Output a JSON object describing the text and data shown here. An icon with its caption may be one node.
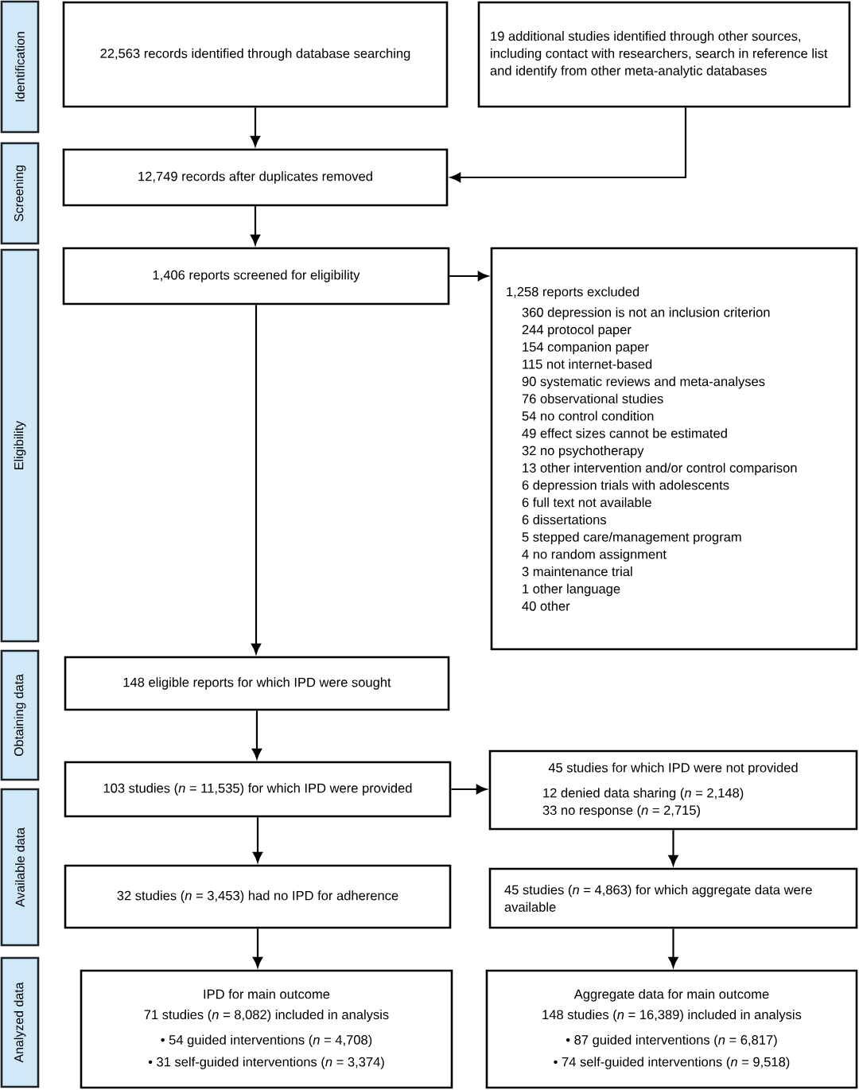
{
  "diagram": {
    "nodes": [
      {
        "text": [
          "Identification"
        ]
      },
      {
        "text": [
          "Screening"
        ]
      },
      {
        "text": [
          "Eligibility"
        ]
      },
      {
        "text": [
          "Obtaining data"
        ]
      },
      {
        "text": [
          "Available data"
        ]
      },
      {
        "text": [
          "Analyzed data"
        ]
      },
      {
        "text": [
          "22,563 records identified through database searching"
        ]
      },
      {
        "text": [
          "19 additional studies identified through other sources, including contact with researchers, search in reference list and identify from other meta-analytic databases"
        ]
      },
      {
        "text": [
          "12,749 records after duplicates removed"
        ]
      },
      {
        "text": [
          "1,406 reports screened for eligibility"
        ]
      },
      {
        "text": [
          "1,258 reports excluded",
          "360 depression is not an inclusion criterion",
          "244 protocol paper",
          "154 companion paper",
          "115 not internet-based",
          "90 systematic reviews and meta-analyses",
          "76 observational studies",
          "54 no control condition",
          "49 effect sizes cannot be estimated",
          "32 no psychotherapy",
          "13 other intervention and/or control comparison",
          "6 depression trials with adolescents",
          "6 full text not available",
          "6 dissertations",
          "5 stepped care/management program",
          "4 no random assignment",
          "3 maintenance trial",
          "1 other language",
          "40 other"
        ]
      },
      {
        "text": [
          "148 eligible reports for which IPD were sought"
        ]
      },
      {
        "text": [
          "103 studies (*n* = 11,535) for which IPD were provided"
        ]
      },
      {
        "text": [
          "45 studies for which IPD were not provided",
          "12 denied data sharing (*n* = 2,148)",
          "33 no response (*n* = 2,715)"
        ]
      },
      {
        "text": [
          "32 studies (*n* = 3,453) had no IPD for adherence"
        ]
      },
      {
        "text": [
          "45 studies (*n* = 4,863) for which aggregate data were available"
        ]
      },
      {
        "text": [
          "IPD for main outcome",
          "71 studies (*n* = 8,082) included in analysis",
          "• 54 guided interventions (*n* = 4,708)",
          "• 31 self-guided interventions (*n* = 3,374)"
        ]
      },
      {
        "text": [
          "Aggregate data for main outcome",
          "148 studies (*n* = 16,389) included in analysis",
          "• 87 guided interventions (*n* = 6,817)",
          "• 74 self-guided interventions (*n* = 9,518)"
        ]
      }
    ],
    "edges": [
      {
        "from": 6,
        "to": 8,
        "arrow": "to"
      },
      {
        "from": 7,
        "to": 8,
        "arrow": "to"
      },
      {
        "from": 8,
        "to": 9,
        "arrow": "to"
      },
      {
        "from": 9,
        "to": 10,
        "arrow": "to"
      },
      {
        "from": 9,
        "to": 11,
        "arrow": "to"
      },
      {
        "from": 11,
        "to": 12,
        "arrow": "to"
      },
      {
        "from": 12,
        "to": 13,
        "arrow": "to"
      },
      {
        "from": 12,
        "to": 14,
        "arrow": "to"
      },
      {
        "from": 13,
        "to": 15,
        "arrow": "to"
      },
      {
        "from": 14,
        "to": 16,
        "arrow": "to"
      },
      {
        "from": 15,
        "to": 17,
        "arrow": "to"
      }
    ]
  }
}
